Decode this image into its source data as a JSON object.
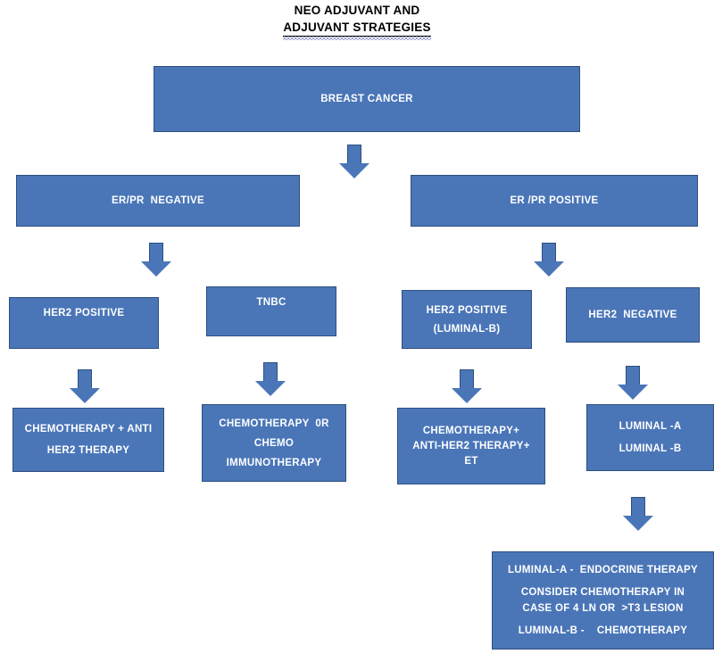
{
  "title": {
    "line1": "NEO ADJUVANT AND",
    "line2": "ADJUVANT  STRATEGIES"
  },
  "theme": {
    "box_fill": "#4a76b8",
    "box_border": "#2e4f80",
    "box_text": "#ffffff",
    "title_text": "#000000",
    "squiggle": "#2b3fa0",
    "background": "#ffffff"
  },
  "nodes": {
    "breast_cancer": {
      "label": "BREAST CANCER"
    },
    "er_pr_negative": {
      "label": "ER/PR  NEGATIVE"
    },
    "er_pr_positive": {
      "label": "ER /PR POSITIVE"
    },
    "her2_positive_left": {
      "label": "HER2 POSITIVE"
    },
    "tnbc": {
      "label": "TNBC"
    },
    "her2_positive_luminal_b": {
      "line1": "HER2 POSITIVE",
      "line2": "(LUMINAL-B)"
    },
    "her2_negative": {
      "label": "HER2  NEGATIVE"
    },
    "chemo_anti_her2": {
      "line1": "CHEMOTHERAPY + ANTI",
      "line2": "HER2 THERAPY"
    },
    "chemo_or_immuno": {
      "line1": "CHEMOTHERAPY  0R",
      "line2": "CHEMO",
      "line3": "IMMUNOTHERAPY"
    },
    "chemo_anti_her2_et": {
      "line1": "CHEMOTHERAPY+",
      "line2": "ANTI-HER2 THERAPY+",
      "line3": "ET"
    },
    "luminal_ab": {
      "line1": "LUMINAL -A",
      "line2": "LUMINAL -B"
    },
    "luminal_detail": {
      "line1": "LUMINAL-A -  ENDOCRINE THERAPY",
      "line2": "CONSIDER CHEMOTHERAPY IN",
      "line3": "CASE OF 4 LN OR  >T3 LESION",
      "line4": "LUMINAL-B -    CHEMOTHERAPY"
    }
  },
  "arrows": [
    {
      "name": "arrow-breast-cancer-down"
    },
    {
      "name": "arrow-er-pr-negative-down"
    },
    {
      "name": "arrow-er-pr-positive-down"
    },
    {
      "name": "arrow-her2-positive-left-down"
    },
    {
      "name": "arrow-tnbc-down"
    },
    {
      "name": "arrow-her2-positive-luminal-b-down"
    },
    {
      "name": "arrow-her2-negative-down"
    },
    {
      "name": "arrow-luminal-ab-down"
    }
  ]
}
